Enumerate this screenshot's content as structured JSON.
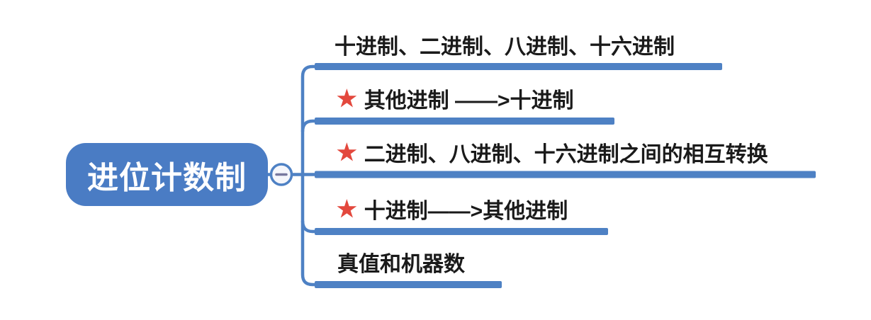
{
  "colors": {
    "node_fill": "#4a7cc4",
    "branch_line": "#4e81c4",
    "star": "#e3483d",
    "text": "#1a1a1a",
    "collapse_fill": "#f5f6fb",
    "collapse_minus": "#77789e"
  },
  "icons": {
    "star": "★"
  },
  "root": {
    "label": "进位计数制"
  },
  "collapse_button": {
    "state": "expanded",
    "symbol": "−"
  },
  "branches": [
    {
      "label": "十进制、二进制、八进制、十六进制",
      "starred": false
    },
    {
      "label": "其他进制 ——>十进制",
      "starred": true
    },
    {
      "label": "二进制、八进制、十六进制之间的相互转换",
      "starred": true
    },
    {
      "label": "十进制——>其他进制",
      "starred": true
    },
    {
      "label": "真值和机器数",
      "starred": false
    }
  ]
}
